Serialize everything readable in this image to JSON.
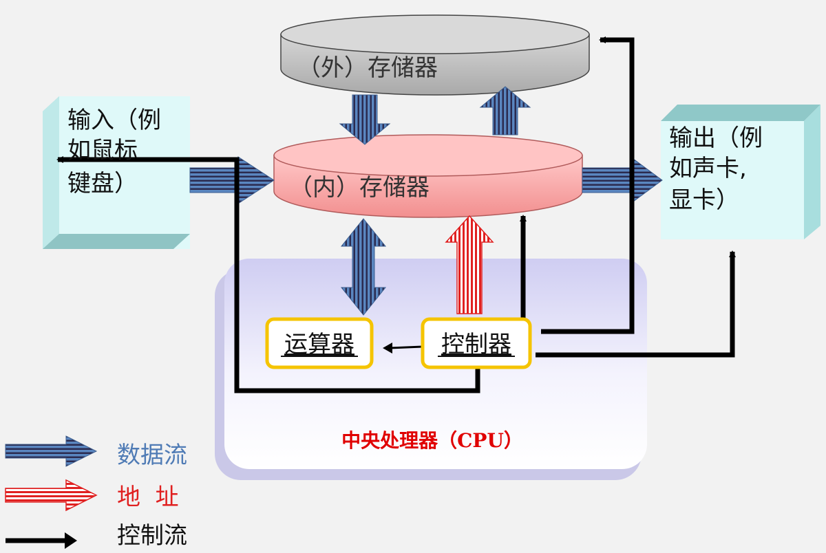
{
  "external_memory": {
    "label": "（外）存储器"
  },
  "internal_memory": {
    "label": "（内）存储器"
  },
  "input_device": {
    "lines": [
      "输入（例",
      "如鼠标",
      "键盘）"
    ]
  },
  "output_device": {
    "lines": [
      "输出（例",
      "如声卡,",
      "显卡）"
    ]
  },
  "cpu": {
    "label": "中央处理器（CPU）",
    "alu": "运算器",
    "controller": "控制器"
  },
  "legend": {
    "data_flow": "数据流",
    "address": "地  址",
    "control_flow": "控制流"
  },
  "colors": {
    "data_arrow": "#4f7bb5",
    "address_arrow": "#e02020",
    "control_arrow": "#000000",
    "external_memory": "#bdbdbd",
    "internal_memory": "#f7a0a0",
    "device_box": "#d8f7f7",
    "cpu_panel": "#e4e2f8",
    "unit_border": "#f5c400",
    "cpu_label": "#e00000",
    "legend_data_text": "#4f7bb5",
    "legend_address_text": "#e02020"
  }
}
